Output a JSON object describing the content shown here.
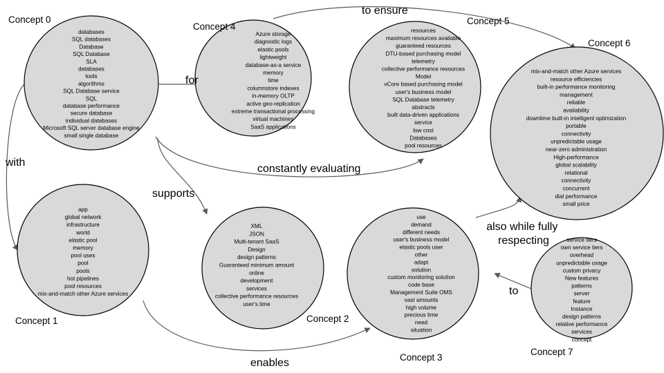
{
  "concepts": [
    {
      "title": "Concept 0",
      "terms": [
        "databases",
        "SQL databases",
        "Database",
        "SQL Database",
        "SLA",
        "databases",
        "tools",
        "algorithms",
        "SQL Database service",
        "SQL",
        "database performance",
        "secure database",
        "individual databases",
        "Microsoft SQL server database engine",
        "small single database"
      ]
    },
    {
      "title": "Concept 1",
      "terms": [
        "app",
        "global network",
        "infrastructure",
        "world",
        "elastic pool",
        "memory",
        "pool uses",
        "pool",
        "pools",
        "hot pipelines",
        "pool resources",
        "mix-and-match other Azure services"
      ]
    },
    {
      "title": "Concept 2",
      "terms": [
        "XML",
        "JSON",
        "Multi-tenant SaaS",
        "Design",
        "design patterns",
        "Guaranteed minimum amount",
        "online",
        "development",
        "services",
        "collective performance resources",
        "user's time"
      ]
    },
    {
      "title": "Concept 3",
      "terms": [
        "use",
        "demand",
        "different needs",
        "user's business model",
        "elastic pools user",
        "other",
        "adapt",
        "solution",
        "custom monitoring solution",
        "code base",
        "Management Suite OMS",
        "vast amounts",
        "high volume",
        "precious time",
        "need",
        "situation"
      ]
    },
    {
      "title": "Concept 4",
      "terms": [
        "Azure storage",
        "diagnostic logs",
        "elastic pools",
        "lightweight",
        "database-as-a service",
        "memory",
        "time",
        "columnstore indexes",
        "in-memory OLTP",
        "active geo-replication",
        "extreme transactional processing",
        "virtual machines",
        "SaaS applications"
      ]
    },
    {
      "title": "Concept 5",
      "terms": [
        "resources",
        "maximum resources available",
        "guaranteed resources",
        "DTU-based purchasing model",
        "telemetry",
        "collective performance resources",
        "Model",
        "vCore based purchasing model",
        "user's business model",
        "SQL Database telemetry",
        "abstracts",
        "built  data-driven applications",
        "service",
        "low cost",
        "Databases",
        "pool resources"
      ]
    },
    {
      "title": "Concept 6",
      "terms": [
        "mix-and-match other Azure services",
        "resource efficiencies",
        "built-in performance monitoring",
        "management",
        "reliable",
        "availability",
        "downtime built-in intelligent optimization",
        "portable",
        "connectivity",
        "unpredictable usage",
        "near-zero administration",
        "High-performance",
        "global scalability",
        "relational",
        "connectivity",
        "concurrent",
        "dial performance",
        "small price"
      ]
    },
    {
      "title": "Concept 7",
      "terms": [
        "service tiers",
        "own service tiers",
        "overhead",
        "unpredictable usage",
        "custom privacy",
        "New features",
        "patterns",
        "server",
        "feature",
        "Instance",
        "design patterns",
        "relative performance",
        "services",
        "concept"
      ]
    }
  ],
  "edges": [
    {
      "label": "for"
    },
    {
      "label": "to ensure"
    },
    {
      "label": "constantly evaluating"
    },
    {
      "label": "with"
    },
    {
      "label": "supports"
    },
    {
      "label": "enables"
    },
    {
      "label": "also while fully respecting"
    },
    {
      "label": "to"
    }
  ]
}
